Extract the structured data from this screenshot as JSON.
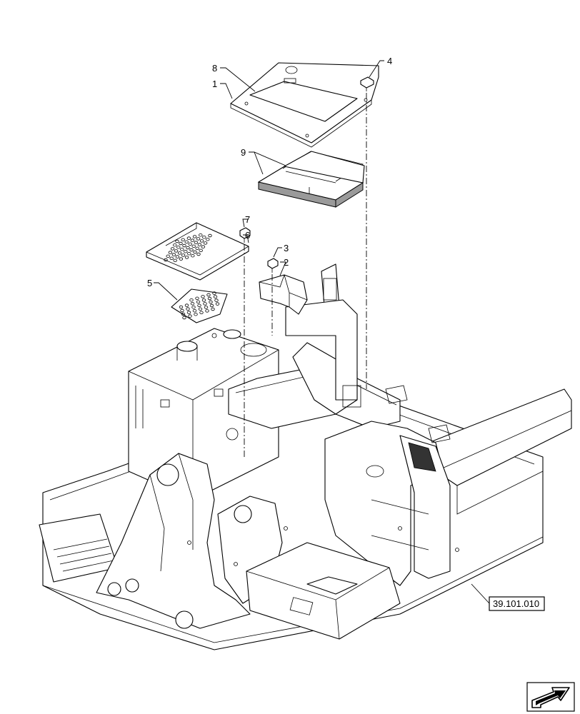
{
  "callouts": [
    "1",
    "2",
    "3",
    "4",
    "5",
    "6",
    "7",
    "8",
    "9"
  ],
  "reference_label": "39.101.010",
  "icons": {
    "navigation": "next-page-arrow-icon"
  }
}
